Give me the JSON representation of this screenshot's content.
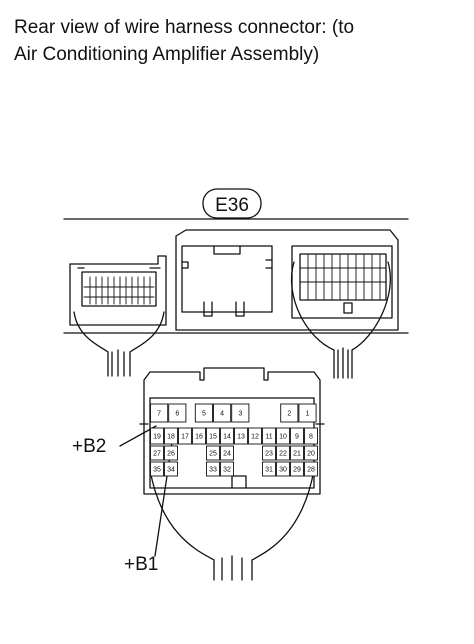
{
  "caption": {
    "line1": "Rear view of wire harness connector: (to",
    "line2": "Air Conditioning Amplifier Assembly)"
  },
  "connector_id": "E36",
  "terminal_labels": {
    "b2": "+B2",
    "b1": "+B1"
  },
  "pins": {
    "row1": [
      "7",
      "6",
      "5",
      "4",
      "3",
      "2",
      "1"
    ],
    "row2": [
      "19",
      "18",
      "17",
      "16",
      "15",
      "14",
      "13",
      "12",
      "11",
      "10",
      "9",
      "8"
    ],
    "row3": [
      "27",
      "26",
      "25",
      "24",
      "23",
      "22",
      "21",
      "20"
    ],
    "row4": [
      "35",
      "34",
      "33",
      "32",
      "31",
      "30",
      "29",
      "28"
    ]
  }
}
